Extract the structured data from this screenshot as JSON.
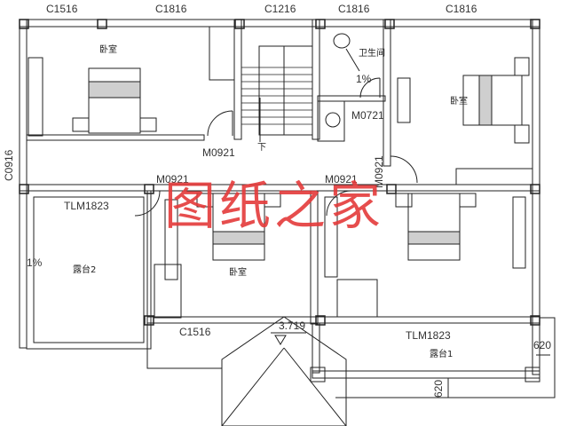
{
  "drawing": {
    "type": "floor-plan",
    "colors": {
      "lines": "#222222",
      "text": "#333333",
      "watermark": "#e43a3a",
      "background": "#ffffff"
    }
  },
  "windows": {
    "top_1": "C1516",
    "top_2": "C1816",
    "top_3": "C1216",
    "top_4": "C1816",
    "top_5": "C1816",
    "left": "C0916",
    "bottom": "C1516"
  },
  "doors": {
    "bedroom_nw": "M0921",
    "bedroom_mid": "M0921",
    "bedroom_se": "M0921",
    "bathroom": "M0721",
    "corridor_e": "M0921",
    "sliding_terrace2": "TLM1823",
    "sliding_terrace1": "TLM1823"
  },
  "rooms": {
    "bedroom_nw": "卧室",
    "bathroom": "卫生间",
    "bedroom_ne": "卧室",
    "bedroom_mid": "卧室",
    "terrace_2": "露台2",
    "terrace_1": "露台1"
  },
  "annotations": {
    "stair_down": "下",
    "bath_slope": "1%",
    "terrace2_slope": "1%",
    "elevation": "3.719",
    "dim_right": "620",
    "dim_bottom": "620"
  },
  "watermark": "图纸之家"
}
